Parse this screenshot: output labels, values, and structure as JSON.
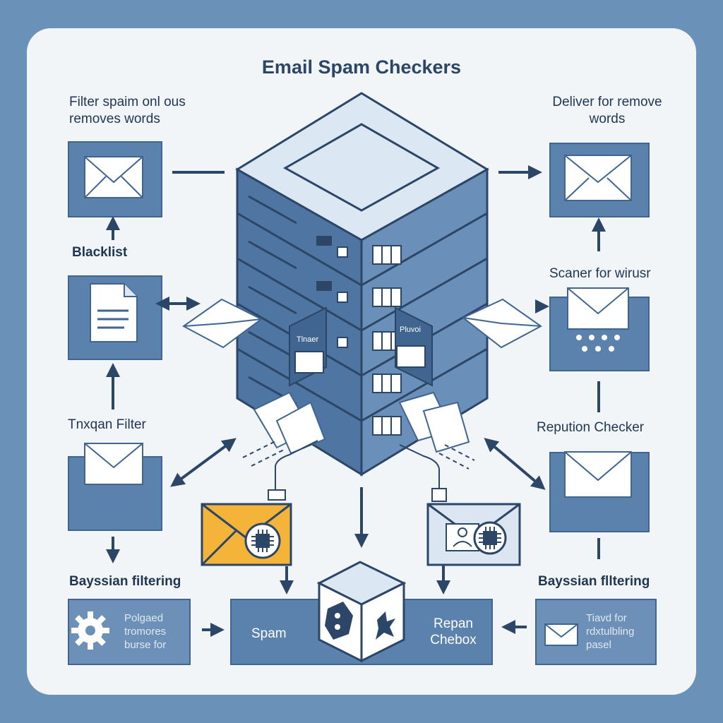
{
  "title": "Email Spam Checkers",
  "labels": {
    "top_left": [
      "Filter spaim onl ous",
      "removes words"
    ],
    "top_right": [
      "Deliver for remove",
      "words"
    ],
    "blacklist": "Blacklist",
    "scanner": "Scaner for wirusr",
    "text_filter": "Tnxqan Filter",
    "reputation": "Repution Checker",
    "bayesian_left": "Bayssian filtering",
    "bayesian_right": "Bayssian flltering"
  },
  "bottom": {
    "left_panel": [
      "Polgaed",
      "tromores",
      "burse for"
    ],
    "spam_label": "Spam",
    "repan": [
      "Repan",
      "Chebox"
    ],
    "right_panel": [
      "Tiavd for",
      "rdxtulbling",
      "pasel"
    ]
  },
  "server_tags": {
    "left": "Tlnaer",
    "right": "Pluvoi"
  },
  "icons": [
    "envelope-icon",
    "document-icon",
    "gear-icon",
    "keypad-icon",
    "chip-icon",
    "id-card-icon",
    "cube-icon"
  ],
  "colors": {
    "background": "#6a92b8",
    "card": "#f2f5f8",
    "box": "#5b82ac",
    "server": "#4f76a3",
    "accent_yellow": "#f4b43a",
    "text": "#1f3552"
  }
}
